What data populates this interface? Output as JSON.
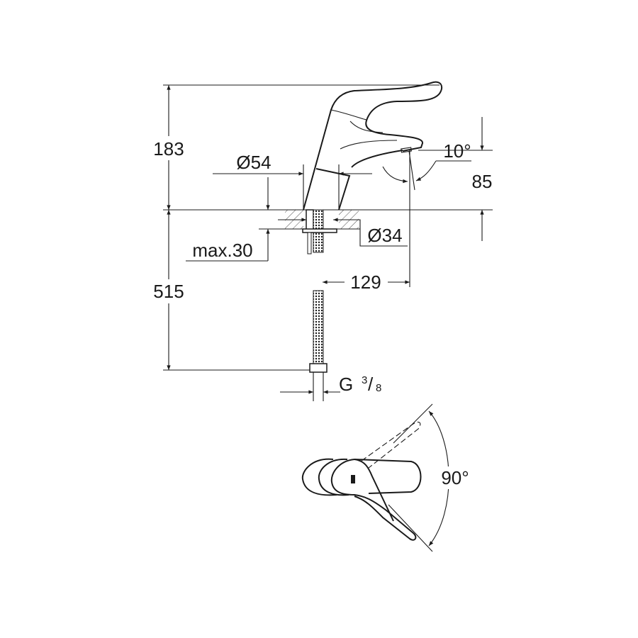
{
  "drawing": {
    "dimensions": {
      "total_height": "183",
      "spout_height": "85",
      "body_diameter": "Ø54",
      "hole_diameter": "Ø34",
      "max_thickness": "max.30",
      "spout_reach": "129",
      "hose_length": "515",
      "connection_thread_prefix": "G",
      "connection_thread_num": "3",
      "connection_thread_den": "8",
      "spout_angle": "10°",
      "lever_rotation": "90°"
    },
    "colors": {
      "line": "#1a1a1a",
      "background": "#ffffff"
    }
  }
}
